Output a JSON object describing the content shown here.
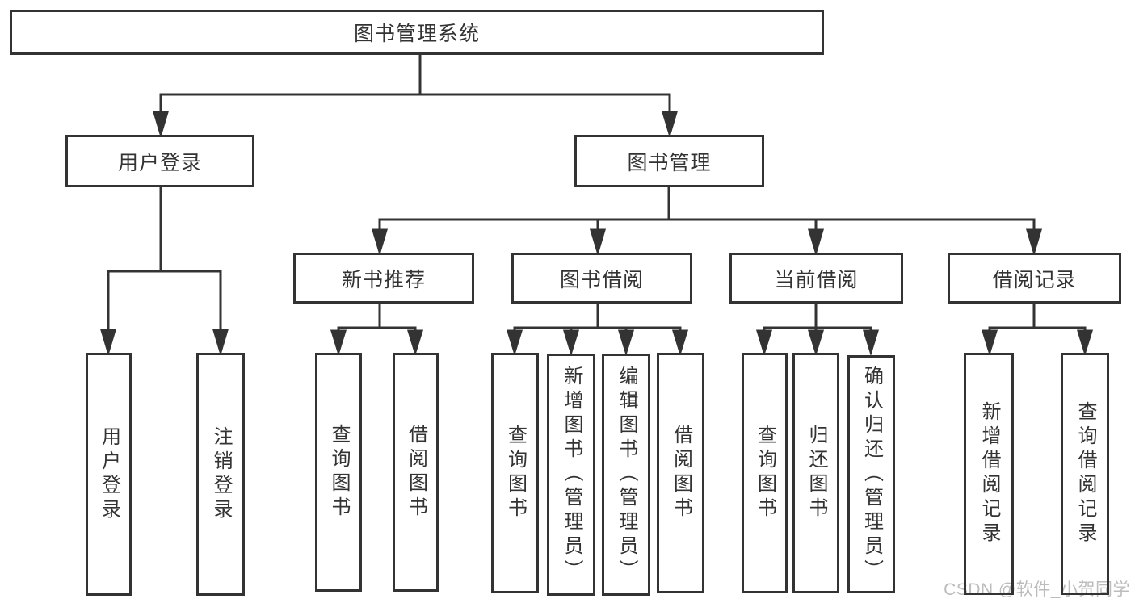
{
  "diagram": {
    "type": "hierarchy-tree",
    "colors": {
      "line": "#333333",
      "text": "#333333",
      "box_background": "#ffffff",
      "background": "#ffffff",
      "watermark": "#bcbcbc"
    }
  },
  "tree": {
    "label": "图书管理系统",
    "children": [
      {
        "label": "用户登录",
        "children": [
          {
            "label": "用户登录"
          },
          {
            "label": "注销登录"
          }
        ]
      },
      {
        "label": "图书管理",
        "children": [
          {
            "label": "新书推荐",
            "children": [
              {
                "label": "查询图书"
              },
              {
                "label": "借阅图书"
              }
            ]
          },
          {
            "label": "图书借阅",
            "children": [
              {
                "label": "查询图书"
              },
              {
                "label": "新增图书（管理员）"
              },
              {
                "label": "编辑图书（管理员）"
              },
              {
                "label": "借阅图书"
              }
            ]
          },
          {
            "label": "当前借阅",
            "children": [
              {
                "label": "查询图书"
              },
              {
                "label": "归还图书"
              },
              {
                "label": "确认归还（管理员）"
              }
            ]
          },
          {
            "label": "借阅记录",
            "children": [
              {
                "label": "新增借阅记录"
              },
              {
                "label": "查询借阅记录"
              }
            ]
          }
        ]
      }
    ]
  },
  "watermark": {
    "text": "CSDN @软件_小贺同学"
  }
}
